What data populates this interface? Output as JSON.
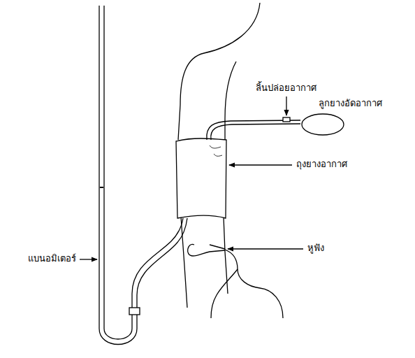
{
  "diagram": {
    "labels": [
      "ลิ้นปล่อยอากาศ",
      "ลูกยางอัดอากาศ",
      "ถุงยางอากาศ",
      "แบนอมิเตอร์",
      "หูฟัง"
    ]
  }
}
